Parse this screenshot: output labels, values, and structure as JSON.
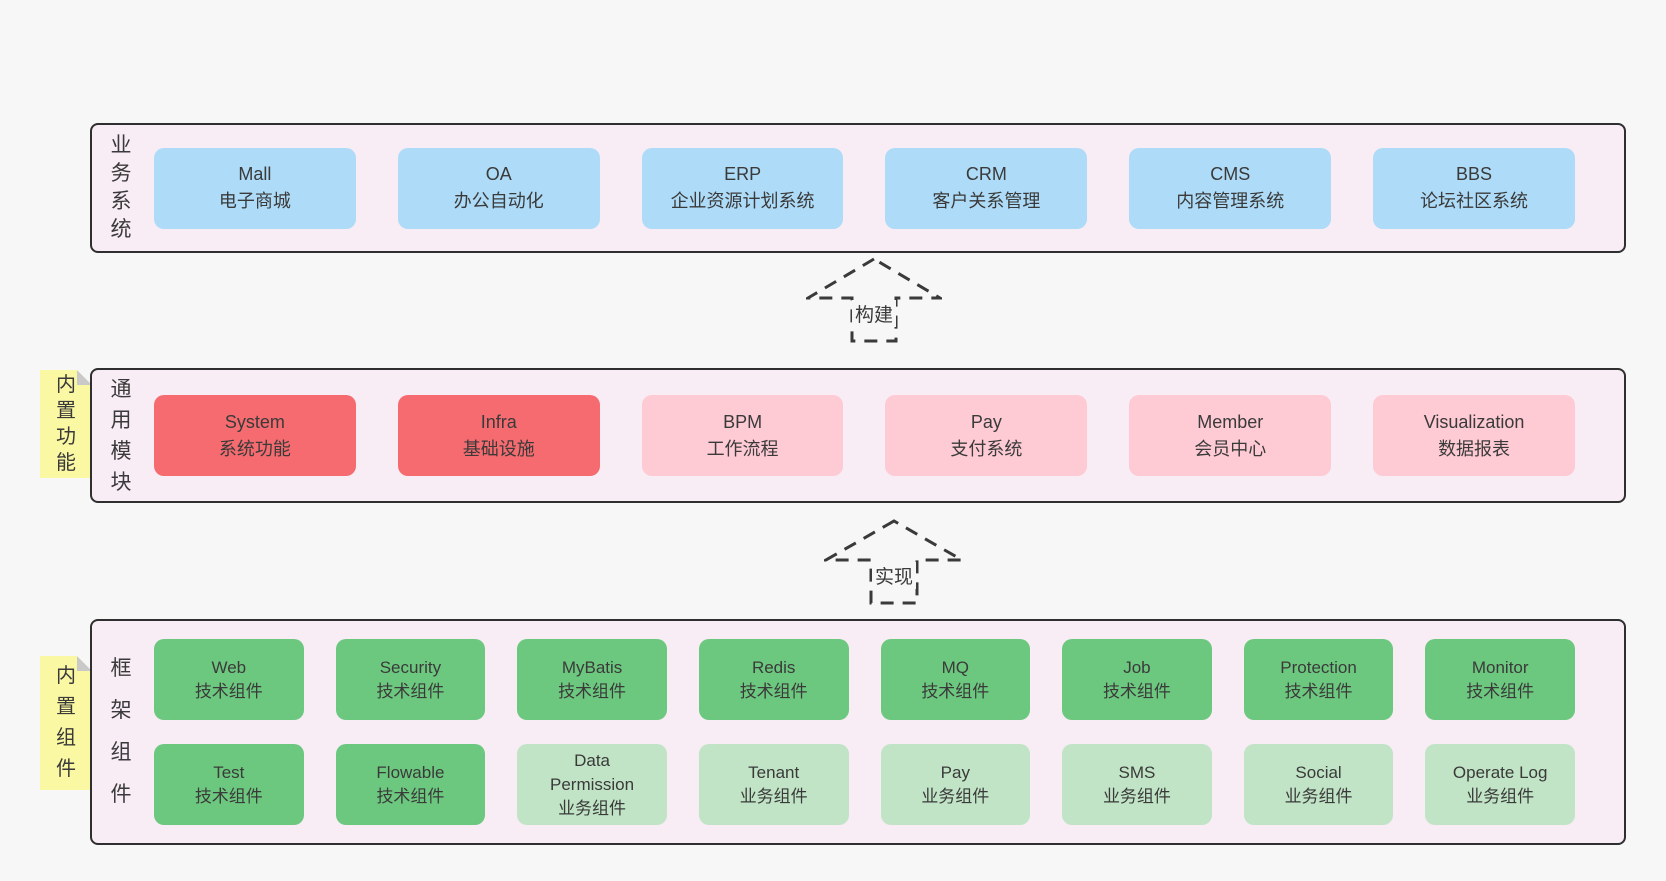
{
  "colors": {
    "page_bg": "#f7f7f7",
    "panel_bg": "#f8ecf5",
    "panel_border": "#2f2f2f",
    "box_blue": "#aedbf7",
    "box_red": "#f56b6f",
    "box_pink": "#fecad4",
    "box_green_dark": "#6dc87f",
    "box_green_light": "#c0e4c5",
    "sticky": "#fbf8a3",
    "sticky_fold": "#c9c9c9",
    "text": "#3a3a3a"
  },
  "panels": {
    "business": {
      "label": "业务系统",
      "boxes": [
        {
          "title": "Mall",
          "subtitle": "电子商城",
          "variant": "blue"
        },
        {
          "title": "OA",
          "subtitle": "办公自动化",
          "variant": "blue"
        },
        {
          "title": "ERP",
          "subtitle": "企业资源计划系统",
          "variant": "blue"
        },
        {
          "title": "CRM",
          "subtitle": "客户关系管理",
          "variant": "blue"
        },
        {
          "title": "CMS",
          "subtitle": "内容管理系统",
          "variant": "blue"
        },
        {
          "title": "BBS",
          "subtitle": "论坛社区系统",
          "variant": "blue"
        }
      ]
    },
    "modules": {
      "label": "通用模块",
      "sticky": "内置功能",
      "boxes": [
        {
          "title": "System",
          "subtitle": "系统功能",
          "variant": "red"
        },
        {
          "title": "Infra",
          "subtitle": "基础设施",
          "variant": "red"
        },
        {
          "title": "BPM",
          "subtitle": "工作流程",
          "variant": "pink"
        },
        {
          "title": "Pay",
          "subtitle": "支付系统",
          "variant": "pink"
        },
        {
          "title": "Member",
          "subtitle": "会员中心",
          "variant": "pink"
        },
        {
          "title": "Visualization",
          "subtitle": "数据报表",
          "variant": "pink"
        }
      ]
    },
    "framework": {
      "label": "框架组件",
      "sticky": "内置组件",
      "boxes": [
        {
          "title": "Web",
          "subtitle": "技术组件",
          "variant": "green-dark"
        },
        {
          "title": "Security",
          "subtitle": "技术组件",
          "variant": "green-dark"
        },
        {
          "title": "MyBatis",
          "subtitle": "技术组件",
          "variant": "green-dark"
        },
        {
          "title": "Redis",
          "subtitle": "技术组件",
          "variant": "green-dark"
        },
        {
          "title": "MQ",
          "subtitle": "技术组件",
          "variant": "green-dark"
        },
        {
          "title": "Job",
          "subtitle": "技术组件",
          "variant": "green-dark"
        },
        {
          "title": "Protection",
          "subtitle": "技术组件",
          "variant": "green-dark"
        },
        {
          "title": "Monitor",
          "subtitle": "技术组件",
          "variant": "green-dark"
        },
        {
          "title": "Test",
          "subtitle": "技术组件",
          "variant": "green-dark"
        },
        {
          "title": "Flowable",
          "subtitle": "技术组件",
          "variant": "green-dark"
        },
        {
          "title": "Data Permission",
          "subtitle": "业务组件",
          "variant": "green-light"
        },
        {
          "title": "Tenant",
          "subtitle": "业务组件",
          "variant": "green-light"
        },
        {
          "title": "Pay",
          "subtitle": "业务组件",
          "variant": "green-light"
        },
        {
          "title": "SMS",
          "subtitle": "业务组件",
          "variant": "green-light"
        },
        {
          "title": "Social",
          "subtitle": "业务组件",
          "variant": "green-light"
        },
        {
          "title": "Operate Log",
          "subtitle": "业务组件",
          "variant": "green-light"
        }
      ]
    }
  },
  "arrows": [
    {
      "label": "构建"
    },
    {
      "label": "实现"
    }
  ]
}
